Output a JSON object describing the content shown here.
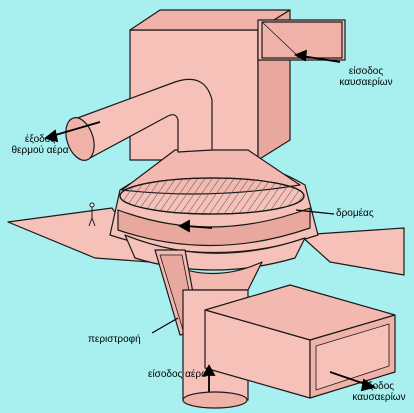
{
  "labels": {
    "flue_gas_inlet": [
      "είσοδος",
      "καυσαερίων"
    ],
    "hot_air_outlet": [
      "έξοδος",
      "θερμού αέρα"
    ],
    "rotor": "δρομέας",
    "rotation": "περιστροφή",
    "air_inlet": "είσοδος αέρα",
    "flue_gas_outlet": [
      "έξοδος",
      "καυσαερίων"
    ]
  },
  "colors": {
    "background": "#a8f0f0",
    "duct": "#f6c1b9",
    "duct_shade": "#e9a89e",
    "outline": "#1a1a1a"
  }
}
